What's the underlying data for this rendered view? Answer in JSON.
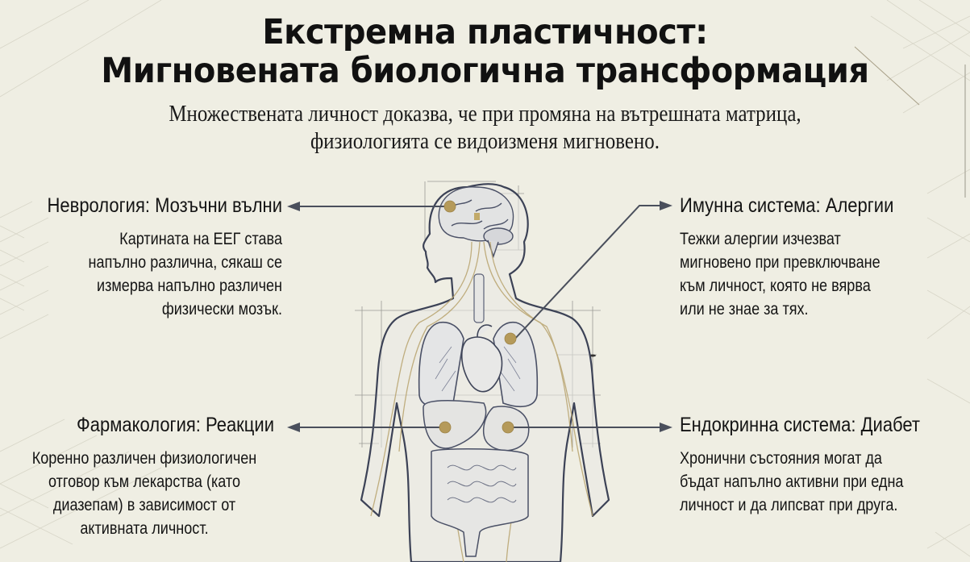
{
  "title": {
    "line1": "Екстремна пластичност:",
    "line2": "Мигновената биологична трансформация"
  },
  "subtitle": {
    "line1": "Множествената личност доказва, че при промяна на вътрешната матрица,",
    "line2": "физиологията се видоизменя мигновено."
  },
  "callouts": {
    "neurology": {
      "heading": "Неврология: Мозъчни вълни",
      "body": [
        "Картината на ЕЕГ става",
        "напълно различна, сякаш се",
        "измерва напълно различен",
        "физически мозък."
      ],
      "target": "brain"
    },
    "immune": {
      "heading": "Имунна система: Алергии",
      "body": [
        "Тежки алергии изчезват",
        "мигновено при превключване",
        "към личност, която не вярва",
        "или не знае за тях."
      ],
      "target": "lung"
    },
    "pharmacology": {
      "heading": "Фармакология: Реакции",
      "body": [
        "Коренно различен физиологичен",
        "отговор към лекарства (като",
        "диазепам) в зависимост от",
        "активната личност."
      ],
      "target": "liver"
    },
    "endocrine": {
      "heading": "Ендокринна система: Диабет",
      "body": [
        "Хронични състояния могат да",
        "бъдат напълно активни при една",
        "личност и да липсват при друга."
      ],
      "target": "pancreas"
    }
  },
  "illustration": {
    "subject": "human-anatomy-torso",
    "organs": [
      "brain",
      "lungs",
      "heart",
      "liver",
      "stomach",
      "intestines",
      "nerves"
    ]
  },
  "colors": {
    "background": "#efeee3",
    "text": "#141414",
    "connector": "#4a4f5c",
    "marker_dot": "#b59a5a",
    "nerve": "#b8a36d",
    "outline": "#3c4256"
  }
}
